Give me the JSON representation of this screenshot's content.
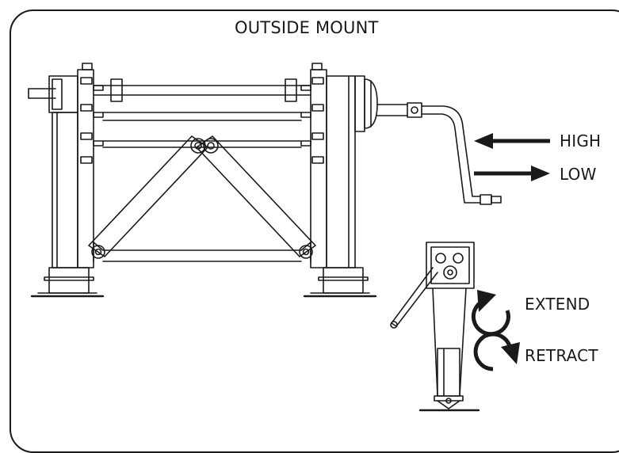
{
  "title": "OUTSIDE MOUNT",
  "labels": {
    "high": "HIGH",
    "low": "LOW",
    "extend": "EXTEND",
    "retract": "RETRACT"
  },
  "icons": {
    "arrow_high": "arrow-left-icon",
    "arrow_low": "arrow-right-icon",
    "extend": "rotate-counterclockwise-icon",
    "retract": "rotate-clockwise-icon"
  },
  "colors": {
    "line": "#1a1a1a",
    "background": "#ffffff"
  }
}
